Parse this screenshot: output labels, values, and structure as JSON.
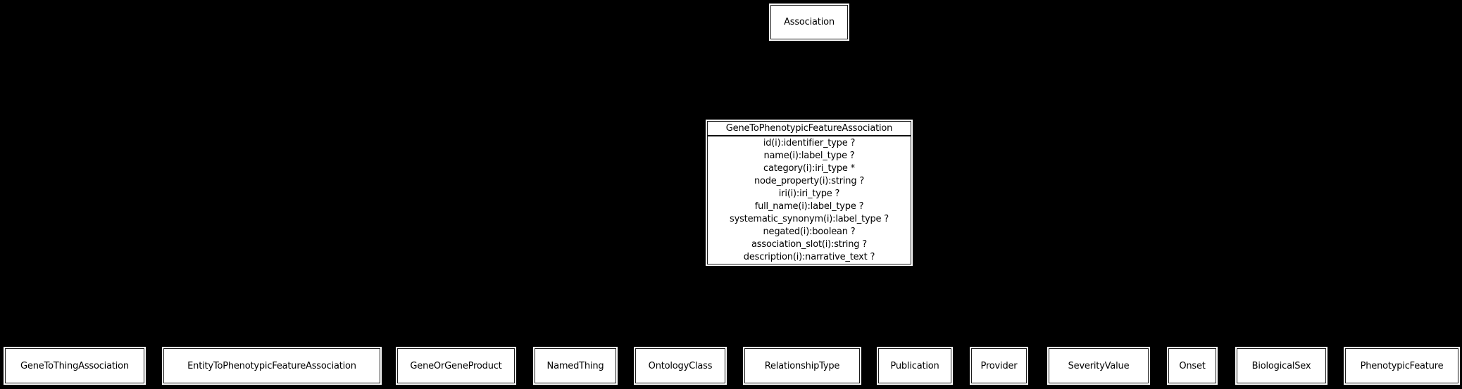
{
  "colors": {
    "background": "#000000",
    "node_fill": "#ffffff",
    "node_border": "#1c1c1c",
    "text": "#000000"
  },
  "diagram": {
    "parent_node": {
      "label": "Association"
    },
    "class_node": {
      "title": "GeneToPhenotypicFeatureAssociation",
      "attributes": [
        "id(i):identifier_type ?",
        "name(i):label_type ?",
        "category(i):iri_type *",
        "node_property(i):string ?",
        "iri(i):iri_type ?",
        "full_name(i):label_type ?",
        "systematic_synonym(i):label_type ?",
        "negated(i):boolean ?",
        "association_slot(i):string ?",
        "description(i):narrative_text ?"
      ]
    },
    "related_nodes": [
      {
        "label": "GeneToThingAssociation"
      },
      {
        "label": "EntityToPhenotypicFeatureAssociation"
      },
      {
        "label": "GeneOrGeneProduct"
      },
      {
        "label": "NamedThing"
      },
      {
        "label": "OntologyClass"
      },
      {
        "label": "RelationshipType"
      },
      {
        "label": "Publication"
      },
      {
        "label": "Provider"
      },
      {
        "label": "SeverityValue"
      },
      {
        "label": "Onset"
      },
      {
        "label": "BiologicalSex"
      },
      {
        "label": "PhenotypicFeature"
      }
    ]
  }
}
